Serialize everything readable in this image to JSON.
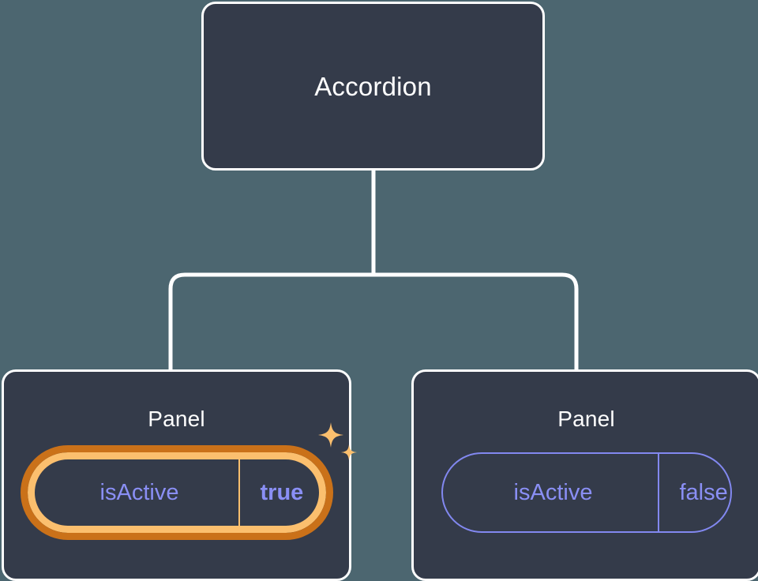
{
  "diagram": {
    "type": "component-tree",
    "background_color": "#4c6670",
    "card_fill_color": "#343b4a",
    "card_border_color": "#ffffff",
    "connector_color": "#ffffff",
    "root": {
      "title": "Accordion"
    },
    "children": [
      {
        "title": "Panel",
        "highlighted": true,
        "prop": {
          "key": "isActive",
          "value": "true",
          "value_bold": true,
          "border_inner_color": "#fbbf6e",
          "border_outer_color": "#ca7119",
          "text_color": "#8a8ff5"
        },
        "decoration": "sparkles-icon"
      },
      {
        "title": "Panel",
        "highlighted": false,
        "prop": {
          "key": "isActive",
          "value": "false",
          "value_bold": false,
          "border_color": "#8288f0",
          "text_color": "#8a8ff5"
        },
        "decoration": null
      }
    ]
  }
}
